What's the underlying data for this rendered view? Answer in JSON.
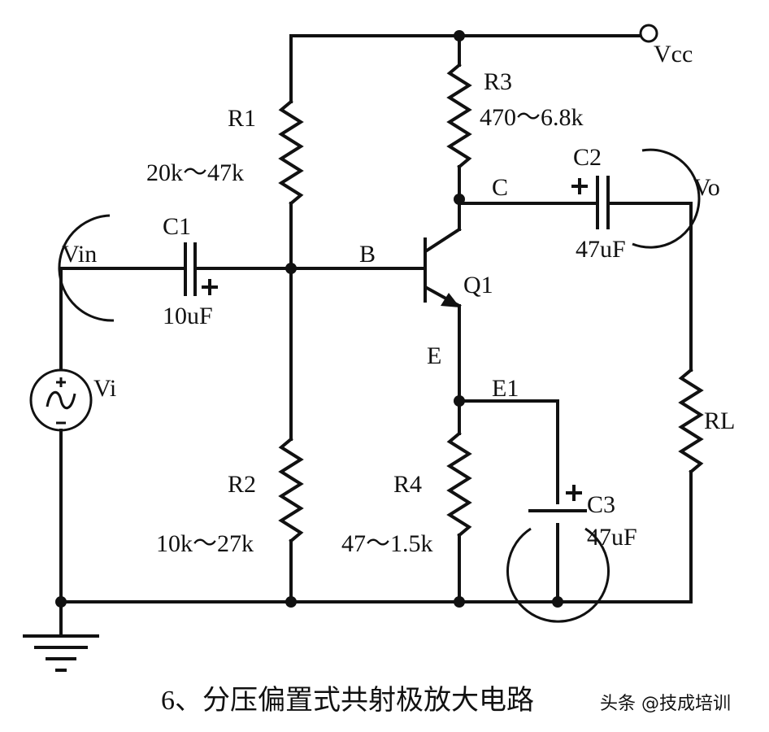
{
  "labels": {
    "vcc": "Vcc",
    "r1": "R1",
    "r1_value": "20k～47k",
    "r2": "R2",
    "r2_value": "10k～27k",
    "r3": "R3",
    "r3_value": "470～6.8k",
    "r4": "R4",
    "r4_value": "47～1.5k",
    "c1": "C1",
    "c1_value": "10uF",
    "c2": "C2",
    "c2_value": "47uF",
    "c3": "C3",
    "c3_value": "47uF",
    "node_b": "B",
    "node_c": "C",
    "node_e": "E",
    "node_e1": "E1",
    "q1": "Q1",
    "vin": "Vin",
    "vo": "Vo",
    "vi": "Vi",
    "rl": "RL"
  },
  "caption": "6、分压偏置式共射极放大电路",
  "watermark": "头条 @技成培训"
}
